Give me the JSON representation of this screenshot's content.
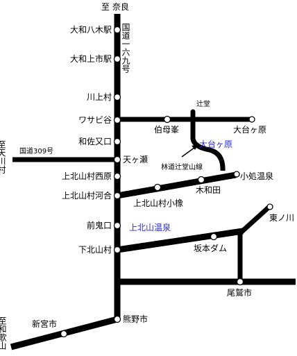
{
  "destinations": {
    "nara": "至 奈良",
    "tenkawa": "至天川村",
    "wakayama": "至和歌山"
  },
  "route_labels": {
    "route169": "国道一六九号",
    "route309": "国道309号",
    "rindo": "林道辻堂山線"
  },
  "places": {
    "yamato_yagi": "大和八木駅",
    "yamato_kamiichi": "大和上市駅",
    "kawakami": "川上村",
    "wasabidani": "ワサビ谷",
    "wasamataguchi": "和佐又口",
    "tengase": "天ヶ瀬",
    "kamikitayama_nishihara": "上北山村西原",
    "kamikitayama_kawai": "上北山村河合",
    "kamikitayama_konara": "上北山村小橡",
    "zenkiguchi": "前鬼口",
    "shimokitayama": "下北山村",
    "kumano": "熊野市",
    "shingu": "新宮市",
    "tsujido": "辻堂",
    "hahaminei": "伯母峯",
    "odaigahara_end": "大台ヶ原",
    "konado_onsen": "小処温泉",
    "kiwada": "木和田",
    "higashinokawa": "東ノ川",
    "sakamoto_dam": "坂本ダム",
    "owase": "尾鷲市"
  },
  "areas": {
    "odaigahara": "大台ヶ原",
    "kamikitayama_onsen": "上北山温泉"
  },
  "colors": {
    "road": "#000000",
    "area_label": "#2a2ad0",
    "background": "#ffffff"
  }
}
